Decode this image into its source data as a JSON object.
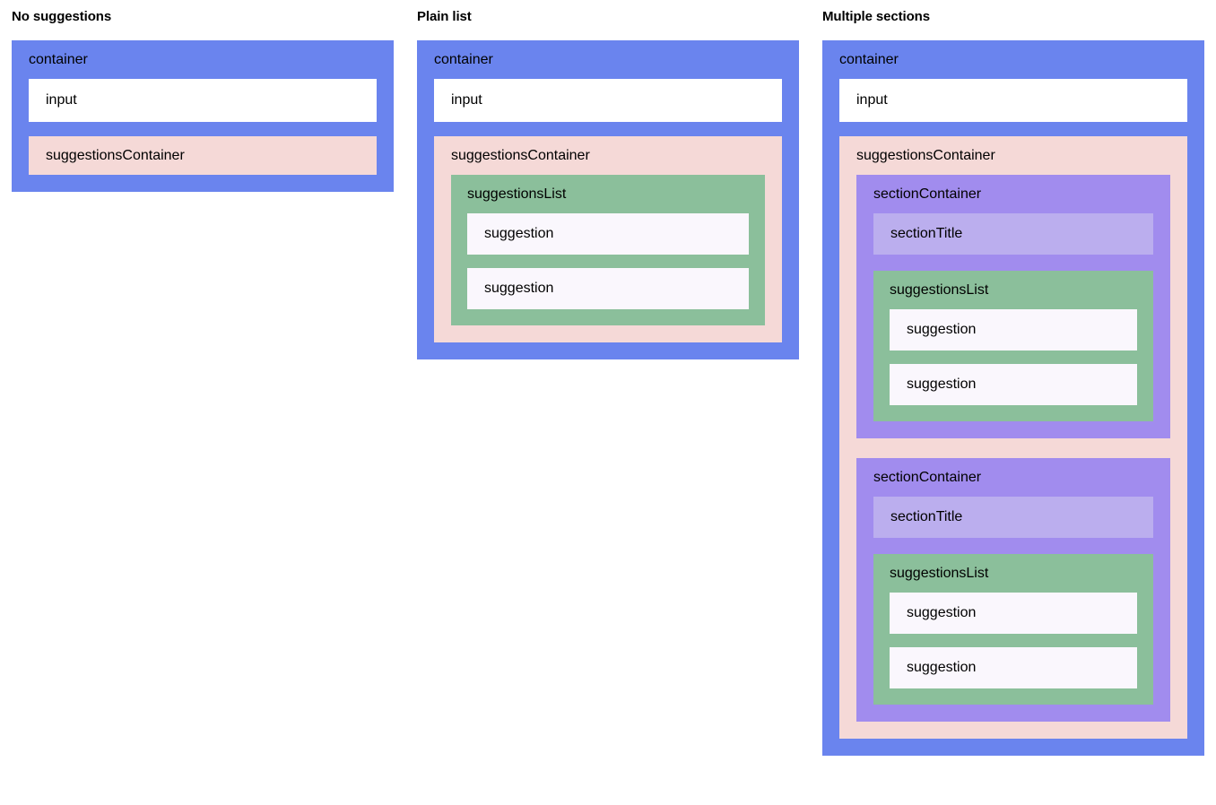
{
  "columns": [
    {
      "heading": "No suggestions",
      "container": {
        "label": "container",
        "input": {
          "label": "input"
        },
        "suggestionsContainer": {
          "label": "suggestionsContainer",
          "empty": true,
          "sections": [],
          "suggestionsList": null
        }
      }
    },
    {
      "heading": "Plain list",
      "container": {
        "label": "container",
        "input": {
          "label": "input"
        },
        "suggestionsContainer": {
          "label": "suggestionsContainer",
          "empty": false,
          "sections": [],
          "suggestionsList": {
            "label": "suggestionsList",
            "suggestions": [
              {
                "label": "suggestion"
              },
              {
                "label": "suggestion"
              }
            ]
          }
        }
      }
    },
    {
      "heading": "Multiple sections",
      "container": {
        "label": "container",
        "input": {
          "label": "input"
        },
        "suggestionsContainer": {
          "label": "suggestionsContainer",
          "empty": false,
          "suggestionsList": null,
          "sections": [
            {
              "label": "sectionContainer",
              "sectionTitle": {
                "label": "sectionTitle"
              },
              "suggestionsList": {
                "label": "suggestionsList",
                "suggestions": [
                  {
                    "label": "suggestion"
                  },
                  {
                    "label": "suggestion"
                  }
                ]
              }
            },
            {
              "label": "sectionContainer",
              "sectionTitle": {
                "label": "sectionTitle"
              },
              "suggestionsList": {
                "label": "suggestionsList",
                "suggestions": [
                  {
                    "label": "suggestion"
                  },
                  {
                    "label": "suggestion"
                  }
                ]
              }
            }
          ]
        }
      }
    }
  ],
  "colors": {
    "container": "#6a84ee",
    "input": "#ffffff",
    "suggestionsContainer": "#f5d9d7",
    "suggestionsList": "#8bbf9b",
    "sectionContainer": "#a18cee",
    "sectionTitle": "#bbaeee",
    "suggestion": "#faf7fd",
    "page_background": "#ffffff",
    "text": "#000000"
  }
}
